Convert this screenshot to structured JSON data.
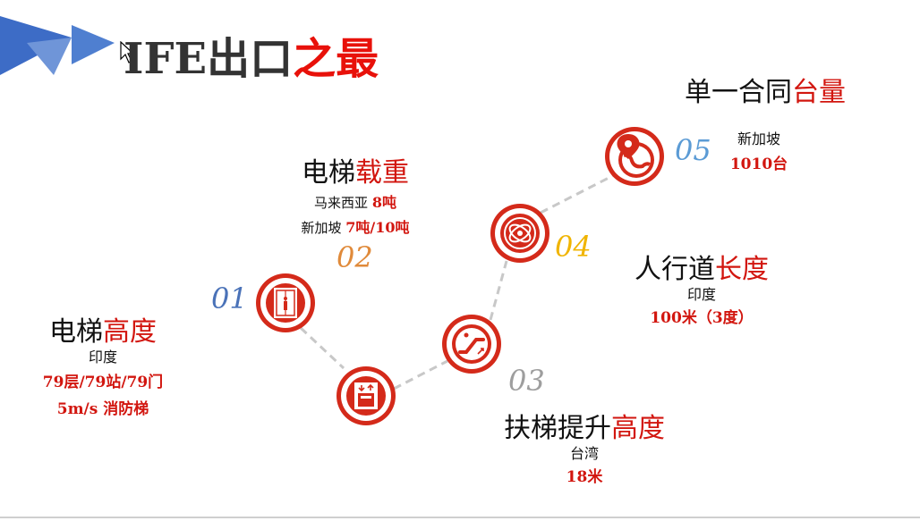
{
  "title": {
    "part1": "IFE出口",
    "part2": "之最"
  },
  "items": [
    {
      "num": "01",
      "heading_black": "电梯",
      "heading_red": "高度",
      "sub": "印度",
      "values": [
        "79层/79站/79门",
        "5m/s 消防梯"
      ]
    },
    {
      "num": "02",
      "heading_black": "电梯",
      "heading_red": "载重",
      "lines": [
        {
          "label": "马来西亚 ",
          "value": "8吨"
        },
        {
          "label": "新加坡 ",
          "value": "7吨/10吨"
        }
      ]
    },
    {
      "num": "03",
      "heading_black": "扶梯提升",
      "heading_red": "高度",
      "sub": "台湾",
      "values": [
        "18米"
      ]
    },
    {
      "num": "04",
      "heading_black": "人行道",
      "heading_red": "长度",
      "sub": "印度",
      "values": [
        "100米（3度）"
      ]
    },
    {
      "num": "05",
      "heading_black": "单一合同",
      "heading_red": "台量",
      "sub": "新加坡",
      "values": [
        "1010台"
      ]
    }
  ],
  "colors": {
    "accent_red": "#d2160f",
    "blue_arrow": "#4472c4",
    "num01": "#4a72b8",
    "num02": "#e08a3a",
    "num03": "#9e9e9e",
    "num04": "#f0b400",
    "num05": "#5b9bd5"
  }
}
